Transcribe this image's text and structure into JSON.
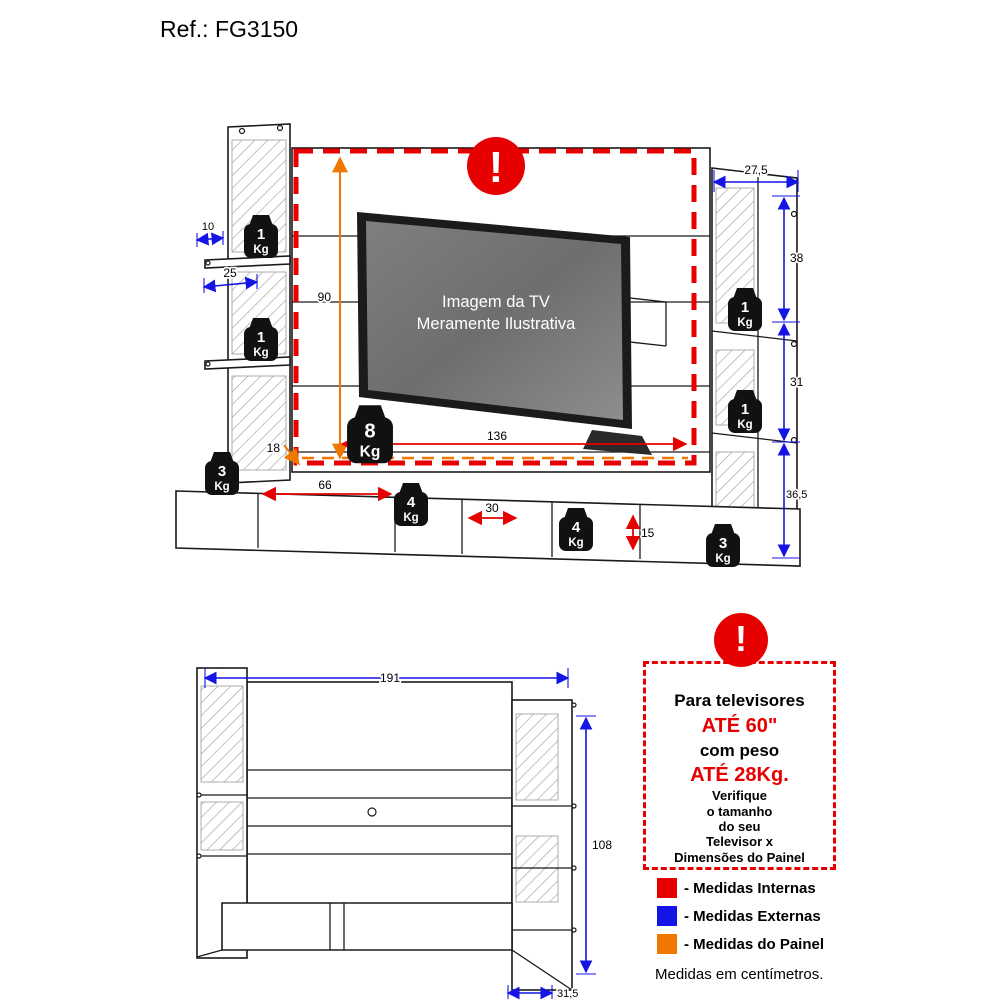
{
  "header": {
    "ref": "Ref.: FG3150"
  },
  "tv": {
    "caption1": "Imagem da TV",
    "caption2": "Meramente Ilustrativa"
  },
  "dims": {
    "top_depth": "27,5",
    "shelf_offset": "10",
    "shelf_depth": "25",
    "right_top": "38",
    "right_mid": "31",
    "right_bottom": "36,5",
    "inner_height": "90",
    "inner_width": "136",
    "base_depth_side": "18",
    "base_left_width": "66",
    "base_mid_width": "30",
    "base_front_height": "15",
    "total_width": "191",
    "total_height": "108",
    "total_depth": "31,5"
  },
  "weights": [
    {
      "value": "1",
      "unit": "Kg"
    },
    {
      "value": "1",
      "unit": "Kg"
    },
    {
      "value": "3",
      "unit": "Kg"
    },
    {
      "value": "8",
      "unit": "Kg"
    },
    {
      "value": "4",
      "unit": "Kg"
    },
    {
      "value": "4",
      "unit": "Kg"
    },
    {
      "value": "1",
      "unit": "Kg"
    },
    {
      "value": "1",
      "unit": "Kg"
    },
    {
      "value": "3",
      "unit": "Kg"
    }
  ],
  "warning": {
    "exclamation": "!",
    "line1": "Para televisores",
    "line2": "ATÉ 60\"",
    "line3": "com peso",
    "line4": "ATÉ 28Kg.",
    "line5": "Verifique",
    "line6": "o tamanho",
    "line7": "do seu",
    "line8": "Televisor x",
    "line9": "Dimensões do Painel"
  },
  "legend": {
    "internal": "- Medidas Internas",
    "external": "- Medidas Externas",
    "panel": "- Medidas do Painel",
    "footnote": "Medidas em centímetros."
  },
  "colors": {
    "internal": "#e60000",
    "external": "#1414e6",
    "panel": "#f07800"
  }
}
